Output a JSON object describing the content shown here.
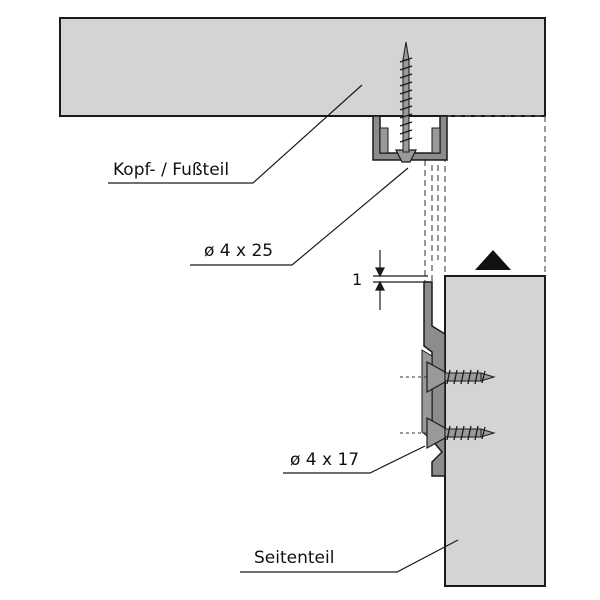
{
  "labels": {
    "head_foot_part": "Kopf- / Fußteil",
    "screw_top": "ø 4 x 25",
    "gap": "1",
    "screw_side": "ø 4 x 17",
    "side_panel": "Seitenteil"
  },
  "colors": {
    "panel_fill": "#d4d4d4",
    "metal_fill": "#8c8c8c",
    "screw_fill": "#9a9a9a",
    "line": "#1a1a1a"
  }
}
